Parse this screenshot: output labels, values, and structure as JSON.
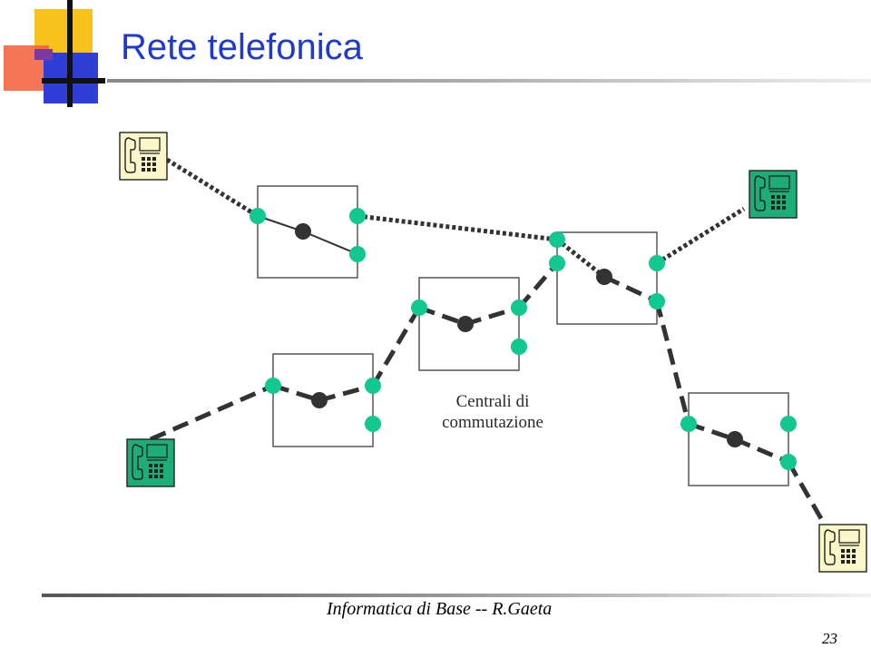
{
  "slide": {
    "title": "Rete telefonica",
    "caption_line1": "Centrali di",
    "caption_line2": "commutazione",
    "footer": "Informatica di Base -- R.Gaeta",
    "page_number": "23"
  },
  "colors": {
    "title": "#1f3ad1",
    "node": "#10c890",
    "phone_green": "#1cad79",
    "phone_cream": "#fbf7c8",
    "switch_dot": "#333333",
    "link": "#333333"
  },
  "icons": {
    "phone": "desk-phone-icon"
  },
  "diagram": {
    "switch_count": 5,
    "phone_count": 4
  }
}
